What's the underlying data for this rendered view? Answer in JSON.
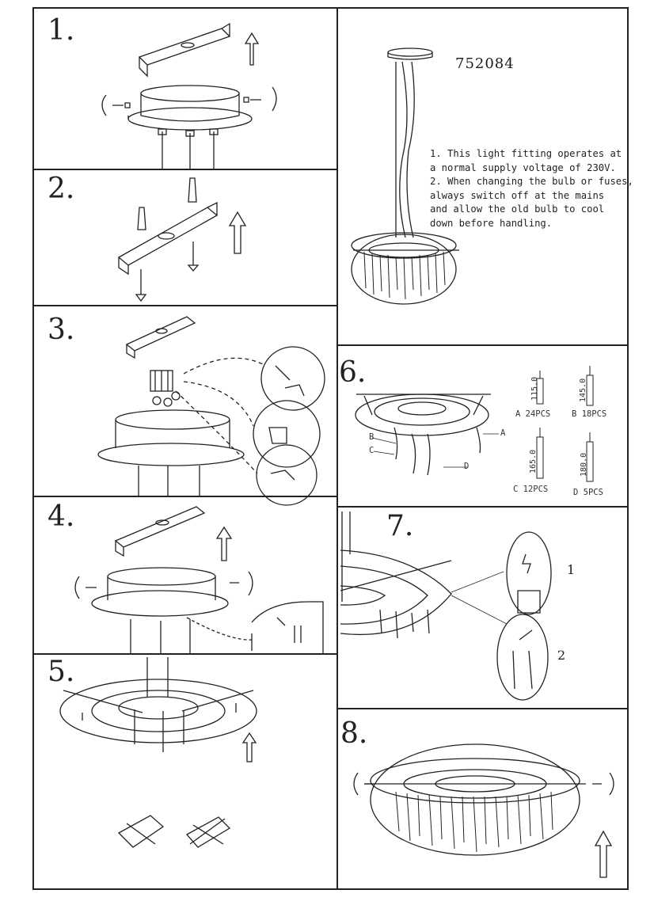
{
  "steps": [
    {
      "label": "1."
    },
    {
      "label": "2."
    },
    {
      "label": "3."
    },
    {
      "label": "4."
    },
    {
      "label": "5."
    },
    {
      "label": "6."
    },
    {
      "label": "7."
    },
    {
      "label": "8."
    }
  ],
  "model_number": "752084",
  "safety_notes": [
    "1. This light fitting operates at",
    "   a normal supply voltage of 230V.",
    "2. When changing the bulb or fuses,",
    "   always switch off at the mains",
    "   and allow the old bulb to cool",
    "   down before handling."
  ],
  "crystal_parts": [
    {
      "code": "A",
      "qty": "A 24PCS",
      "length": "115.0"
    },
    {
      "code": "B",
      "qty": "B 18PCS",
      "length": "145.0"
    },
    {
      "code": "C",
      "qty": "C 12PCS",
      "length": "165.0"
    },
    {
      "code": "D",
      "qty": "D 5PCS",
      "length": "180.0"
    }
  ],
  "ring_labels": [
    "B",
    "C",
    "A",
    "D"
  ],
  "hook_steps": [
    "1",
    "2"
  ]
}
